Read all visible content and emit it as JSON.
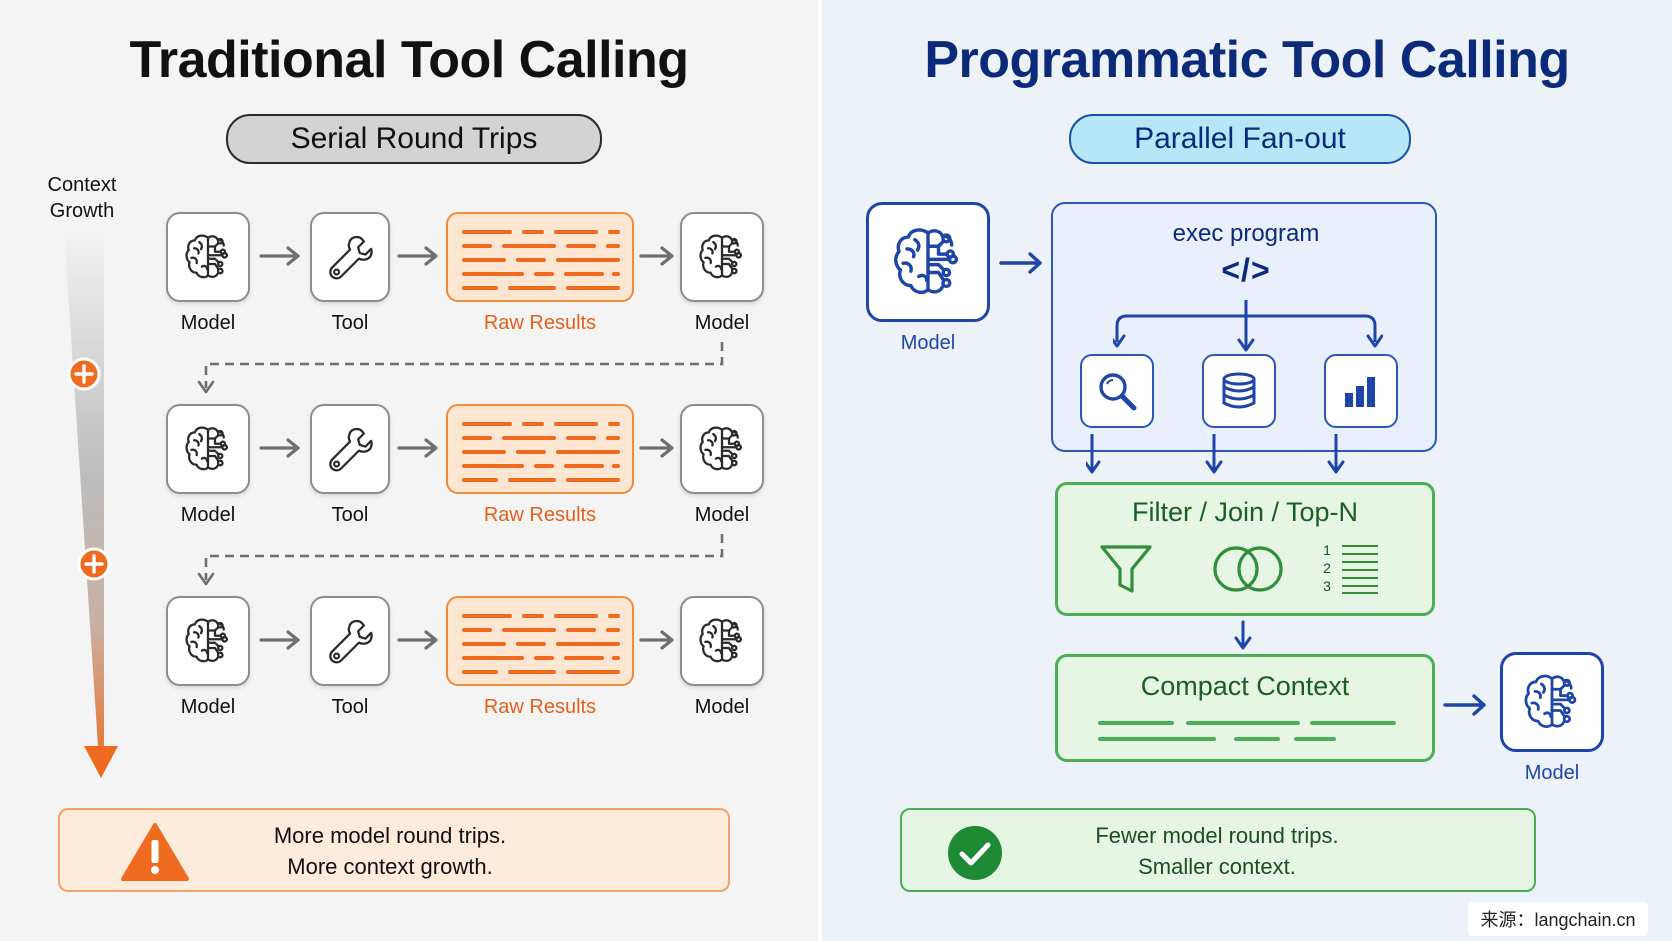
{
  "left": {
    "title": "Traditional Tool Calling",
    "pill": "Serial Round Trips",
    "context_label_line1": "Context",
    "context_label_line2": "Growth",
    "rows": [
      {
        "model": "Model",
        "tool": "Tool",
        "raw": "Raw Results",
        "model_end": "Model"
      },
      {
        "model": "Model",
        "tool": "Tool",
        "raw": "Raw Results",
        "model_end": "Model"
      },
      {
        "model": "Model",
        "tool": "Tool",
        "raw": "Raw Results",
        "model_end": "Model"
      }
    ],
    "warning_line1": "More model round trips.",
    "warning_line2": "More context growth."
  },
  "right": {
    "title": "Programmatic Tool Calling",
    "pill": "Parallel Fan-out",
    "model_label": "Model",
    "exec_label": "exec program",
    "code_glyph": "</>",
    "filter_title": "Filter / Join / Top-N",
    "rank_numbers": [
      "1",
      "2",
      "3"
    ],
    "compact_title": "Compact Context",
    "model_out_label": "Model",
    "ok_line1": "Fewer model round trips.",
    "ok_line2": "Smaller context.",
    "source": "来源：langchain.cn"
  },
  "icons": {
    "model": "brain-circuit-icon",
    "tool": "wrench-icon",
    "search": "magnifier-icon",
    "database": "database-icon",
    "chart": "bar-chart-icon",
    "filter": "funnel-icon",
    "join": "venn-icon",
    "topn": "ranked-list-icon",
    "warning": "warning-triangle-icon",
    "success": "check-circle-icon",
    "plus": "plus-circle-icon"
  },
  "colors": {
    "left_accent": "#ee6b1f",
    "right_accent": "#1d46a8",
    "green": "#4caf55",
    "title_dark": "#111111",
    "title_navy": "#0b2a7a"
  }
}
